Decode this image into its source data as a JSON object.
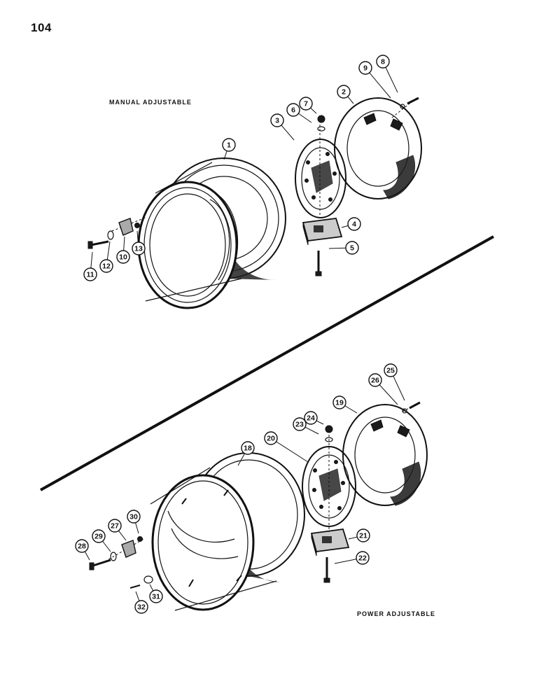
{
  "page_number": "104",
  "sections": {
    "manual": {
      "label": "MANUAL ADJUSTABLE"
    },
    "power": {
      "label": "POWER ADJUSTABLE"
    }
  },
  "callouts": {
    "manual": [
      "1",
      "2",
      "3",
      "4",
      "5",
      "6",
      "7",
      "8",
      "9",
      "10",
      "11",
      "12",
      "13"
    ],
    "power": [
      "18",
      "19",
      "20",
      "21",
      "22",
      "23",
      "24",
      "25",
      "26",
      "27",
      "28",
      "29",
      "30",
      "31",
      "32"
    ]
  }
}
